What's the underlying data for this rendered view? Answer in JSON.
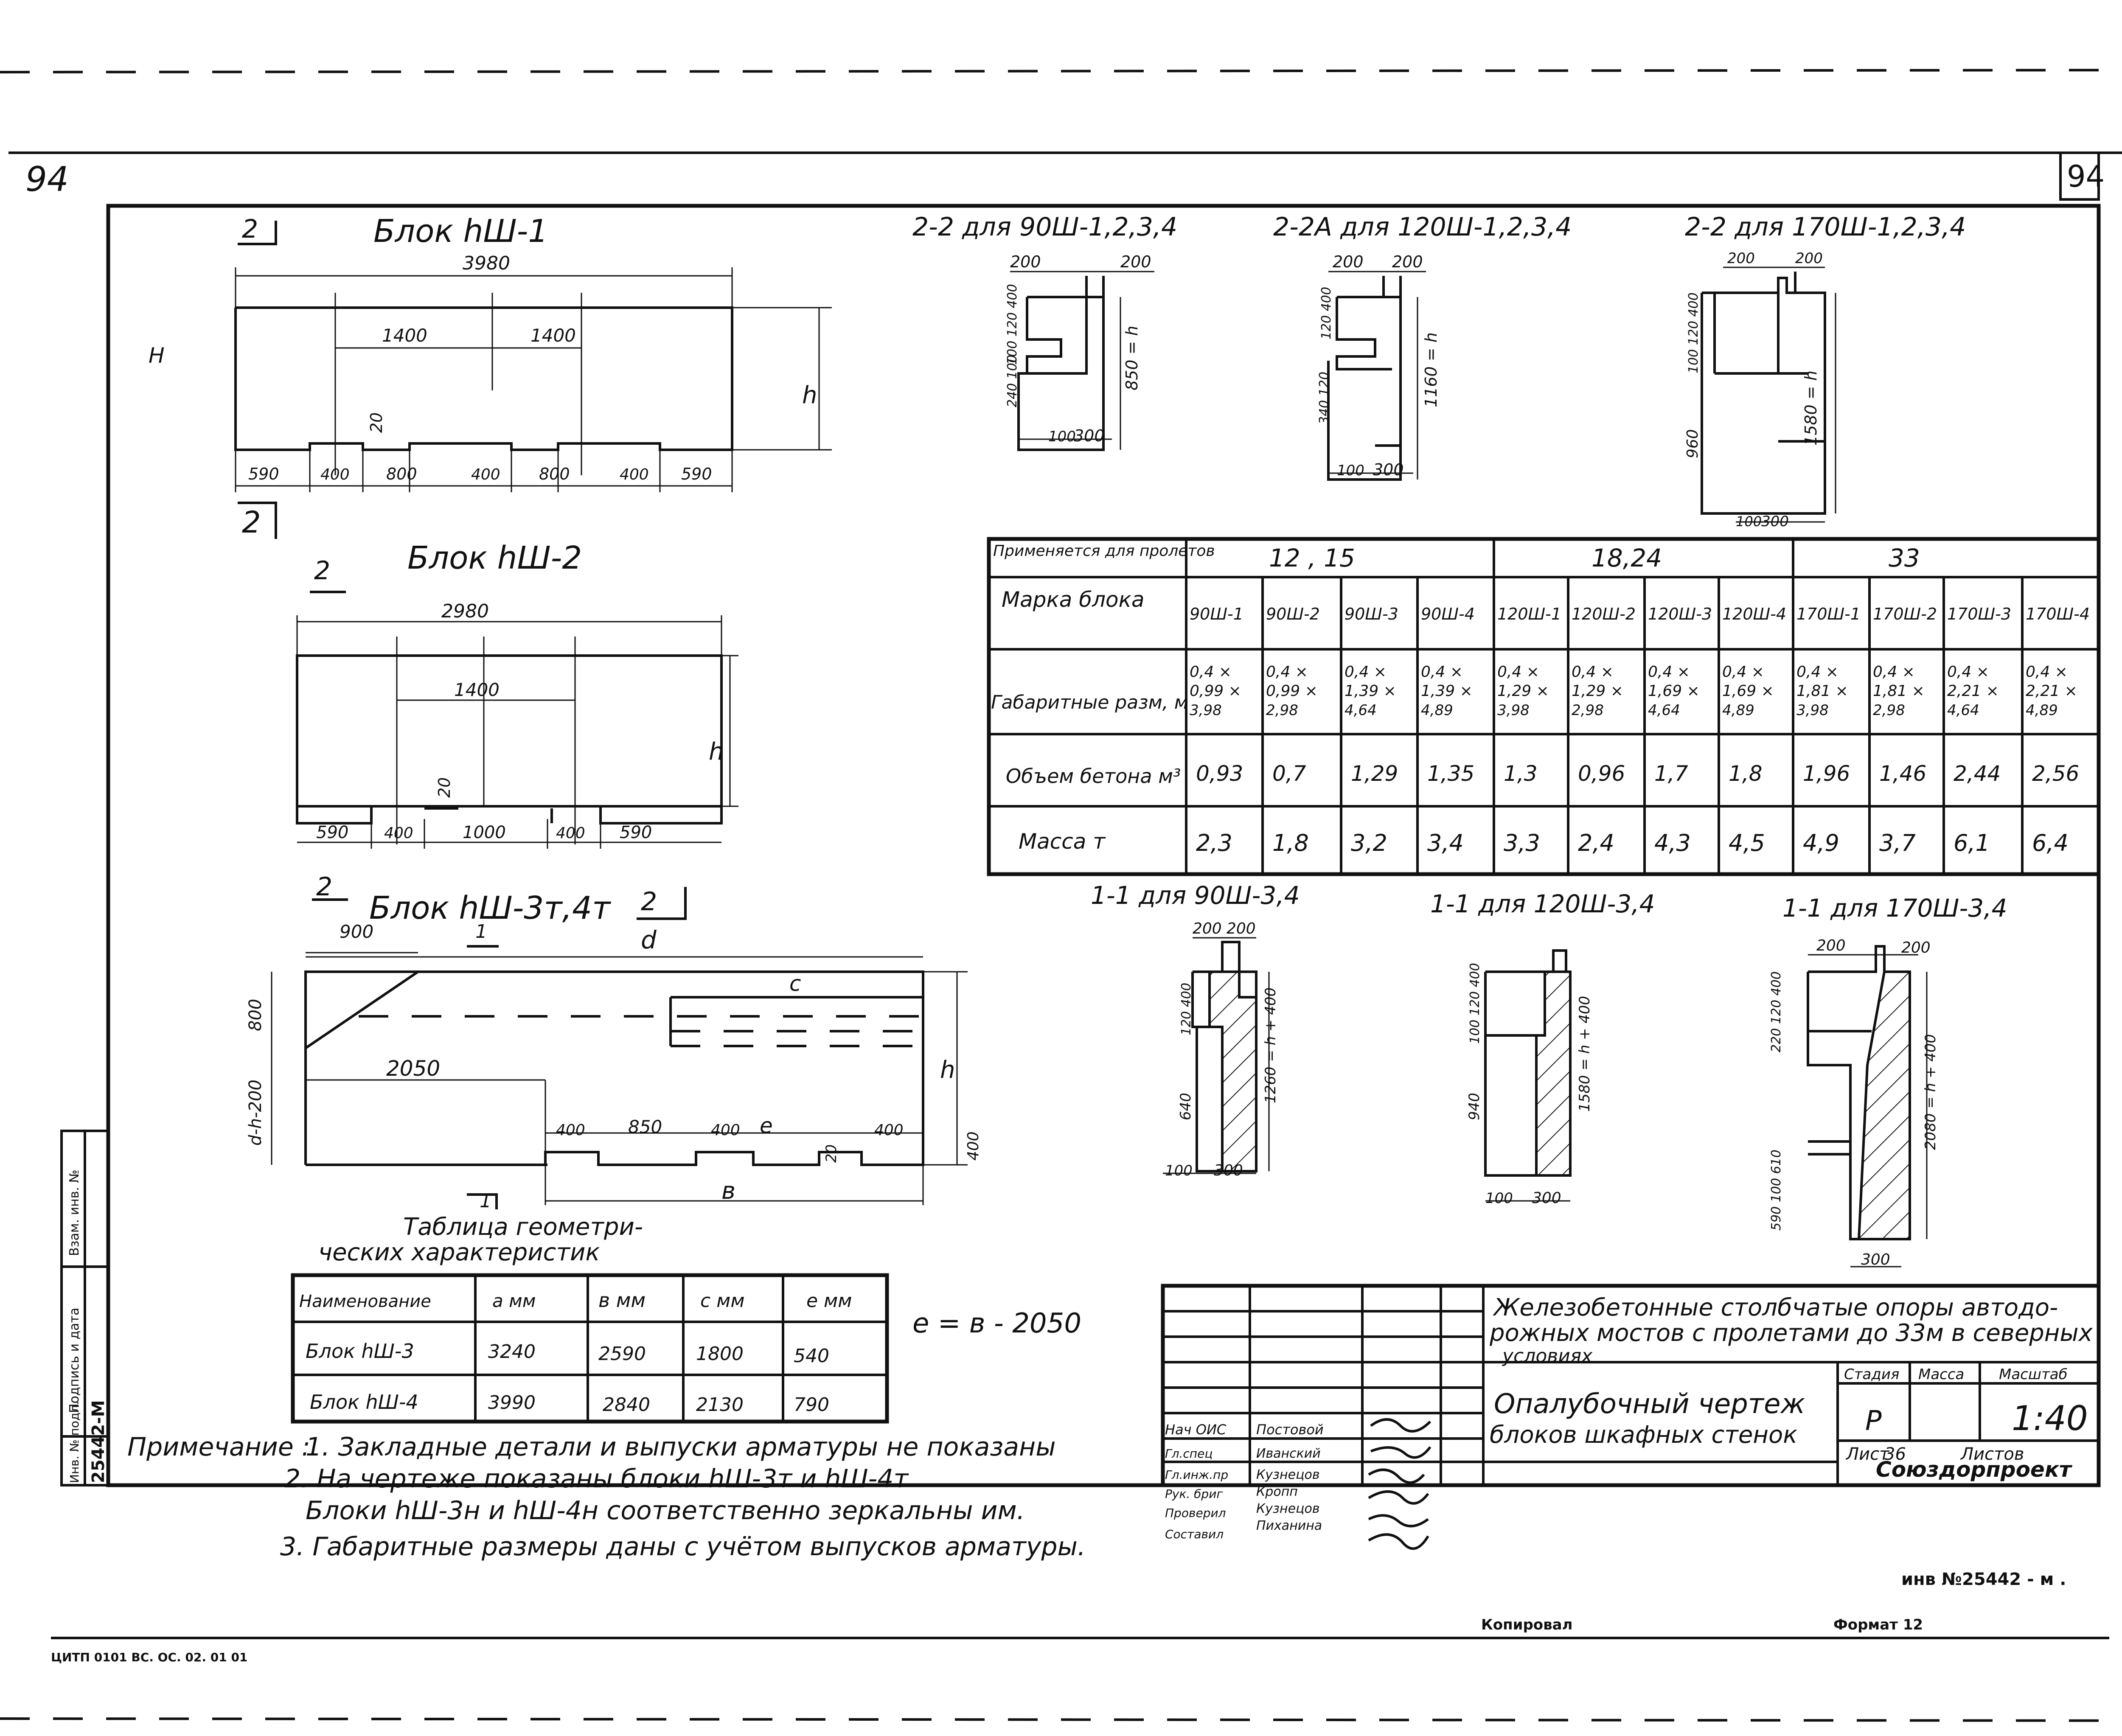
{
  "sheet": {
    "page_left": "94",
    "page_right": "94",
    "bottom_code": "ЦИТП 0101 ВС. ОС. 02. 01 01",
    "copied": "Копировал",
    "format": "Формат 12",
    "inv_stamp": "инв №25442 - м ."
  },
  "left_stamp": {
    "inv_orig_label": "Инв. № подл.",
    "inv_orig_value": "25442-М",
    "sign_date_label": "Подпись и дата",
    "replace_inv_label": "Взам. инв. №"
  },
  "block1": {
    "title": "Блок hШ-1",
    "section_mark": "2",
    "total": "3980",
    "dim_a": "1400",
    "dim_b": "1400",
    "dim_small": "20",
    "h": "h",
    "bottom_dims": [
      "590",
      "400",
      "800",
      "400",
      "800",
      "400",
      "590"
    ],
    "side_mark": "H"
  },
  "block2": {
    "title": "Блок hШ-2",
    "section_mark": "2",
    "total": "2980",
    "dim_a": "1400",
    "dim_small": "20",
    "h": "h",
    "bottom_dims": [
      "590",
      "400",
      "1000",
      "400",
      "590"
    ]
  },
  "block3": {
    "title": "Блок hШ-3т,4т",
    "section_mark": "2",
    "top_dim": "900",
    "sec1": "1",
    "d": "d",
    "c": "c",
    "left_dim_top": "800",
    "left_dim_bottom": "d-h-200",
    "mid_dim": "2050",
    "h": "h",
    "bottom_dims": [
      "400",
      "850",
      "400",
      "e",
      "400"
    ],
    "right_dim": "400",
    "small": "20",
    "b": "в",
    "sec1b": "1"
  },
  "sections_top": [
    {
      "title": "2-2 для 90Ш-1,2,3,4",
      "w1": "200",
      "w2": "200",
      "v1": "100 120 400",
      "v2": "240 100",
      "v3": "850 = h",
      "b1": "100",
      "b2": "300"
    },
    {
      "title": "2-2А для 120Ш-1,2,3,4",
      "w1": "200",
      "w2": "200",
      "v1": "120 400",
      "v2": "340 120",
      "v3": "1160 = h",
      "b1": "100",
      "b2": "300"
    },
    {
      "title": "2-2 для 170Ш-1,2,3,4",
      "w1": "200",
      "w2": "200",
      "v1": "100 120 400",
      "v2": "960",
      "v3": "1580 = h",
      "b1": "100",
      "b2": "300"
    }
  ],
  "main_table": {
    "header_left": "Применяется для пролетов",
    "groups": [
      "12 , 15",
      "18,24",
      "33"
    ],
    "row_mark_label": "Марка блока",
    "marks": [
      "90Ш-1",
      "90Ш-2",
      "90Ш-3",
      "90Ш-4",
      "120Ш-1",
      "120Ш-2",
      "120Ш-3",
      "120Ш-4",
      "170Ш-1",
      "170Ш-2",
      "170Ш-3",
      "170Ш-4"
    ],
    "row_dims_label": "Габаритные разм, м",
    "dims": [
      [
        "0,4 ×",
        "0,99 ×",
        "3,98"
      ],
      [
        "0,4 ×",
        "0,99 ×",
        "2,98"
      ],
      [
        "0,4 ×",
        "1,39 ×",
        "4,64"
      ],
      [
        "0,4 ×",
        "1,39 ×",
        "4,89"
      ],
      [
        "0,4 ×",
        "1,29 ×",
        "3,98"
      ],
      [
        "0,4 ×",
        "1,29 ×",
        "2,98"
      ],
      [
        "0,4 ×",
        "1,69 ×",
        "4,64"
      ],
      [
        "0,4 ×",
        "1,69 ×",
        "4,89"
      ],
      [
        "0,4 ×",
        "1,81 ×",
        "3,98"
      ],
      [
        "0,4 ×",
        "1,81 ×",
        "2,98"
      ],
      [
        "0,4 ×",
        "2,21 ×",
        "4,64"
      ],
      [
        "0,4 ×",
        "2,21 ×",
        "4,89"
      ]
    ],
    "row_volume_label": "Объем бетона м³",
    "volume": [
      "0,93",
      "0,7",
      "1,29",
      "1,35",
      "1,3",
      "0,96",
      "1,7",
      "1,8",
      "1,96",
      "1,46",
      "2,44",
      "2,56"
    ],
    "row_mass_label": "Масса т",
    "mass": [
      "2,3",
      "1,8",
      "3,2",
      "3,4",
      "3,3",
      "2,4",
      "4,3",
      "4,5",
      "4,9",
      "3,7",
      "6,1",
      "6,4"
    ]
  },
  "sections_bottom": [
    {
      "title": "1-1 для 90Ш-3,4",
      "w1": "200",
      "w2": "200",
      "v1": "120 400",
      "v2": "640",
      "v3": "1260 = h + 400",
      "b1": "100",
      "b2": "300"
    },
    {
      "title": "1-1 для 120Ш-3,4",
      "w1": "",
      "w2": "",
      "v1": "100 120 400",
      "v2": "940",
      "v3": "1580 = h + 400",
      "b1": "100",
      "b2": "300"
    },
    {
      "title": "1-1 для 170Ш-3,4",
      "w1": "200",
      "w2": "200",
      "v1": "220 120 400",
      "v2": "590 100 610",
      "v3": "2080 = h + 400",
      "b1": "",
      "b2": "300"
    }
  ],
  "geom_table": {
    "title_line1": "Таблица геометри-",
    "title_line2": "ческих характеристик",
    "headers": [
      "Наименование",
      "a мм",
      "в мм",
      "с мм",
      "e мм"
    ],
    "rows": [
      [
        "Блок hШ-3",
        "3240",
        "2590",
        "1800",
        "540"
      ],
      [
        "Блок hШ-4",
        "3990",
        "2840",
        "2130",
        "790"
      ]
    ],
    "formula": "e = в - 2050"
  },
  "notes": {
    "label": "Примечание :",
    "items": [
      "1. Закладные детали и выпуски арматуры не показаны",
      "2. На чертеже показаны блоки hШ-3т и hШ-4т",
      "Блоки hШ-3н и hШ-4н соответственно зеркальны им.",
      "3. Габаритные размеры даны с учётом выпусков арматуры."
    ]
  },
  "title_block": {
    "title": "Железобетонные столбчатые опоры автодорожных мостов с пролетами до 33м в северных условиях",
    "title_lines": [
      "Железобетонные столбчатые опоры автодо-",
      "рожных мостов с пролетами до 33м в северных",
      "условиях"
    ],
    "sheet_title_lines": [
      "Опалубочный чертеж",
      "блоков шкафных стенок"
    ],
    "stage_label": "Стадия",
    "mass_label": "Масса",
    "scale_label": "Масштаб",
    "stage": "Р",
    "scale": "1:40",
    "sheet_label": "Лист",
    "sheet_no": "36",
    "sheets_label": "Листов",
    "org": "Союздорпроект",
    "roles": [
      "Нач ОИС",
      "Гл.спец",
      "Гл.инж.пр",
      "Рук. бриг",
      "Проверил",
      "Составил"
    ],
    "names": [
      "Постовой",
      "Иванский",
      "Кузнецов",
      "Кропп",
      "Кузнецов",
      "Пиханина"
    ]
  }
}
